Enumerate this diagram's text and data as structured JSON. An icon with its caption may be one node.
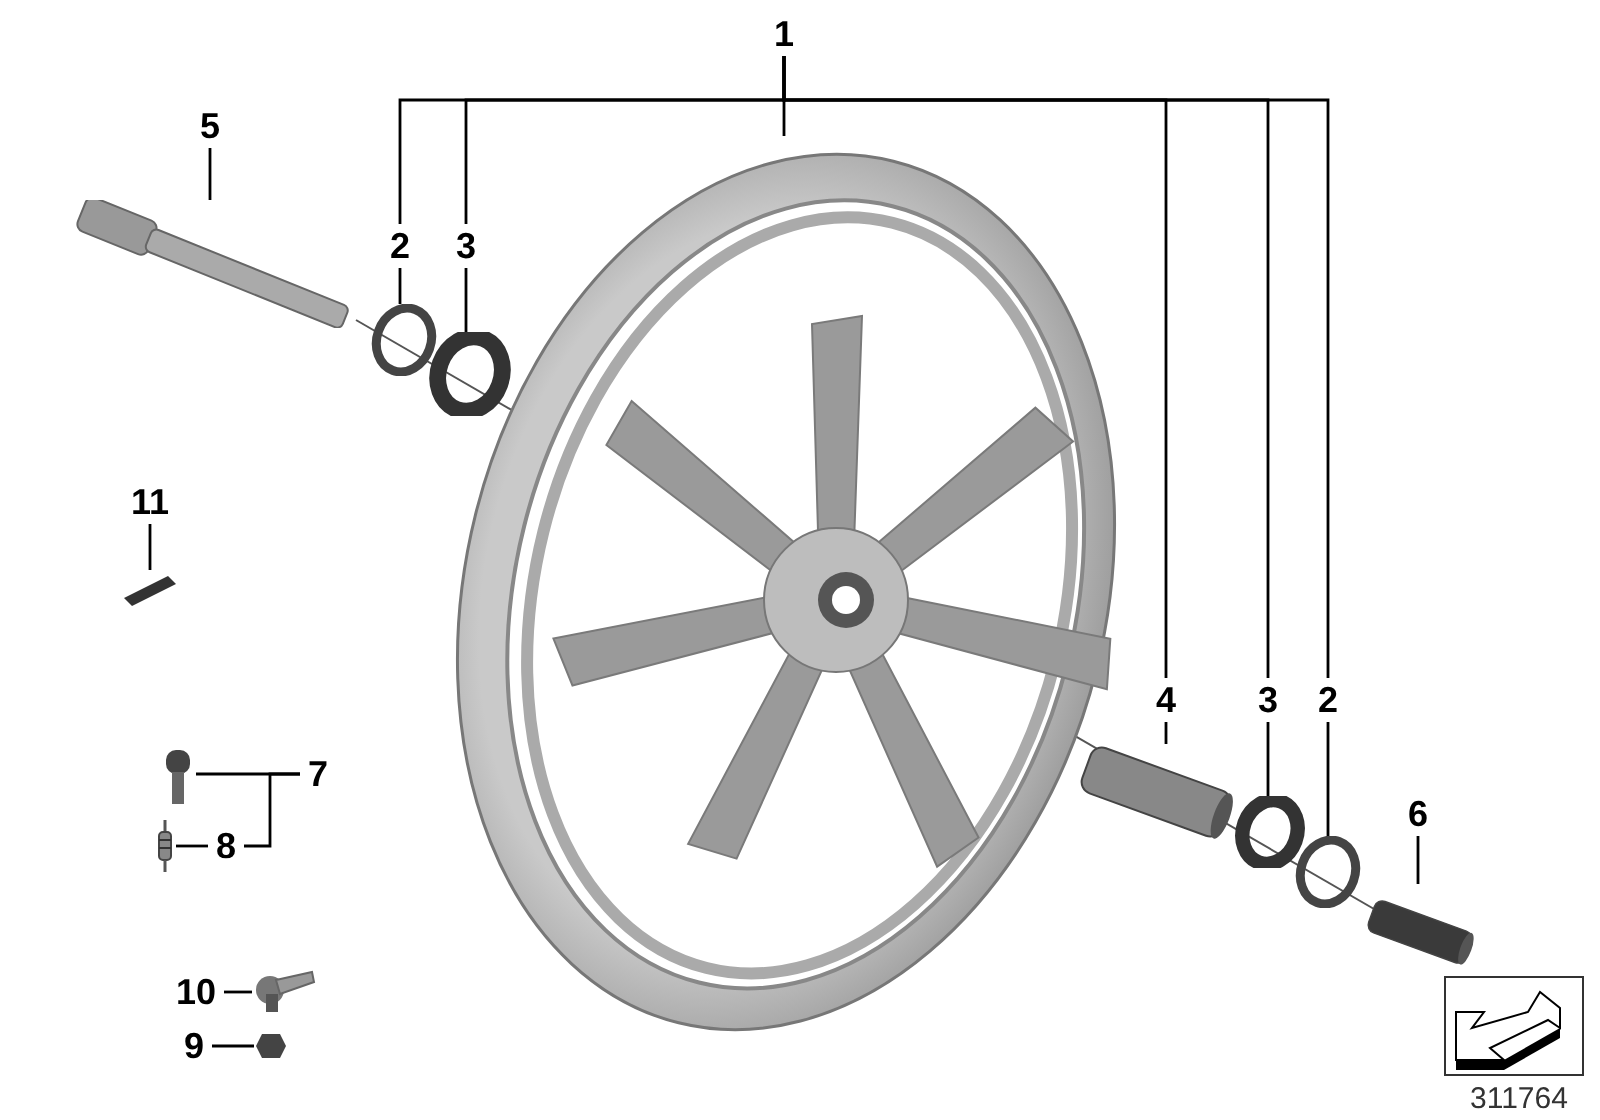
{
  "diagram": {
    "nodes": [
      {
        "text": [
          "1"
        ]
      },
      {
        "text": [],
        "shape": "picture"
      },
      {
        "text": [
          "5"
        ]
      },
      {
        "text": [],
        "shape": "cylinder"
      },
      {
        "text": [
          "2"
        ]
      },
      {
        "text": [],
        "shape": "circle"
      },
      {
        "text": [
          "3"
        ]
      },
      {
        "text": [],
        "shape": "circle"
      },
      {
        "text": [
          "11"
        ]
      },
      {
        "text": [],
        "shape": "picture"
      },
      {
        "text": [
          "4"
        ]
      },
      {
        "text": [],
        "shape": "cylinder"
      },
      {
        "text": [
          "3"
        ]
      },
      {
        "text": [],
        "shape": "circle"
      },
      {
        "text": [
          "2"
        ]
      },
      {
        "text": [],
        "shape": "circle"
      },
      {
        "text": [
          "7"
        ]
      },
      {
        "text": [],
        "shape": "picture"
      },
      {
        "text": [
          "8"
        ]
      },
      {
        "text": [],
        "shape": "picture"
      },
      {
        "text": [
          "6"
        ]
      },
      {
        "text": [],
        "shape": "cylinder"
      },
      {
        "text": [
          "10"
        ]
      },
      {
        "text": [],
        "shape": "picture"
      },
      {
        "text": [
          "9"
        ]
      },
      {
        "text": [],
        "shape": "picture"
      }
    ],
    "edges": [
      {
        "from": 0,
        "to": 1,
        "arrow": "none"
      },
      {
        "from": 0,
        "to": 4,
        "arrow": "none"
      },
      {
        "from": 0,
        "to": 6,
        "arrow": "none"
      },
      {
        "from": 0,
        "to": 10,
        "arrow": "none"
      },
      {
        "from": 0,
        "to": 12,
        "arrow": "none"
      },
      {
        "from": 0,
        "to": 14,
        "arrow": "none"
      },
      {
        "from": 2,
        "to": 3,
        "arrow": "none"
      },
      {
        "from": 4,
        "to": 5,
        "arrow": "none"
      },
      {
        "from": 6,
        "to": 7,
        "arrow": "none"
      },
      {
        "from": 8,
        "to": 9,
        "arrow": "none"
      },
      {
        "from": 10,
        "to": 11,
        "arrow": "none"
      },
      {
        "from": 12,
        "to": 13,
        "arrow": "none"
      },
      {
        "from": 14,
        "to": 15,
        "arrow": "none"
      },
      {
        "from": 16,
        "to": 17,
        "arrow": "none"
      },
      {
        "from": 16,
        "to": 18,
        "arrow": "none"
      },
      {
        "from": 18,
        "to": 19,
        "arrow": "none"
      },
      {
        "from": 20,
        "to": 21,
        "arrow": "none"
      },
      {
        "from": 22,
        "to": 23,
        "arrow": "none"
      },
      {
        "from": 24,
        "to": 25,
        "arrow": "none"
      }
    ],
    "labels": [
      "311764"
    ]
  }
}
